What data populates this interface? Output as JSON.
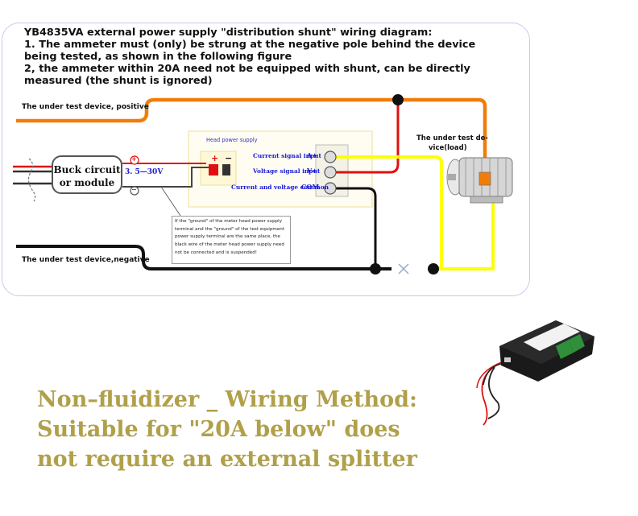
{
  "header": {
    "line1": "YB4835VA external power supply \"distribution shunt\" wiring diagram:",
    "line2": "1. The ammeter must (only) be strung at the negative pole behind the device",
    "line3": "being tested, as shown in the following figure",
    "line4": "2, the ammeter within 20A need not be equipped with shunt, can be directly",
    "line5": "measured (the shunt is ignored)"
  },
  "diagram": {
    "positive_label": "The under test device, positive",
    "negative_label": "The under test device,negative",
    "buck_line1": "Buck circuit",
    "buck_line2": "or module",
    "voltage_range": "3. 5—30V",
    "plus_sign": "+",
    "minus_sign": "−",
    "head_power_supply": "Head power supply",
    "current_input": "Current signal input",
    "current_terminal": "A+",
    "voltage_input": "Voltage signal input",
    "voltage_terminal": "V+",
    "common_label": "Current and voltage common",
    "common_terminal": "COM",
    "load_line1": "The under test de-",
    "load_line2": "vice(load)",
    "note_lines": [
      "If the \"ground\" of the meter head power supply",
      "terminal and the \"ground\" of the test equipment",
      "power supply terminal are the same place, the",
      "black wire of the meter head power supply need",
      "not be connected and is suspended!"
    ],
    "colors": {
      "positive_wire": "#f07d0a",
      "negative_wire": "#111111",
      "signal_wire": "#ffff00",
      "red_wire": "#e01010"
    }
  },
  "caption": {
    "line1": "Non–fluidizer _ Wiring Method:",
    "line2": "Suitable for \"20A below\" does",
    "line3": "not require an external splitter"
  }
}
